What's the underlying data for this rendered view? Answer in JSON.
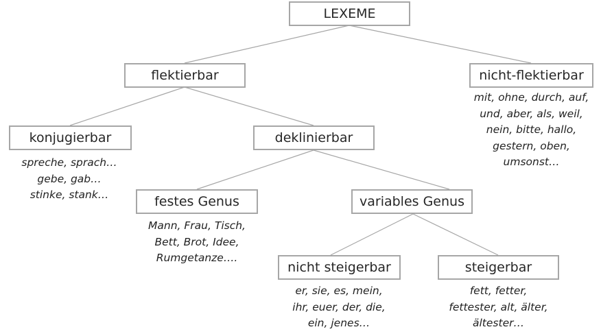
{
  "nodes": {
    "root": "LEXEME",
    "flektierbar": "flektierbar",
    "nicht_flektierbar": "nicht-flektierbar",
    "konjugierbar": "konjugierbar",
    "deklinierbar": "deklinierbar",
    "festes_genus": "festes Genus",
    "variables_genus": "variables Genus",
    "nicht_steigerbar": "nicht steigerbar",
    "steigerbar": "steigerbar"
  },
  "examples": {
    "nicht_flektierbar": [
      "mit, ohne, durch, auf,",
      "und, aber, als, weil,",
      "nein, bitte, hallo,",
      "gestern, oben,",
      "umsonst…"
    ],
    "konjugierbar": [
      "spreche, sprach…",
      "gebe, gab…",
      "stinke, stank…"
    ],
    "festes_genus": [
      "Mann, Frau, Tisch,",
      "Bett, Brot, Idee,",
      "Rumgetanze…."
    ],
    "nicht_steigerbar": [
      "er, sie, es, mein,",
      "ihr, euer, der, die,",
      "ein, jenes…"
    ],
    "steigerbar": [
      "fett, fetter,",
      "fettester, alt, älter,",
      "ältester…"
    ]
  }
}
